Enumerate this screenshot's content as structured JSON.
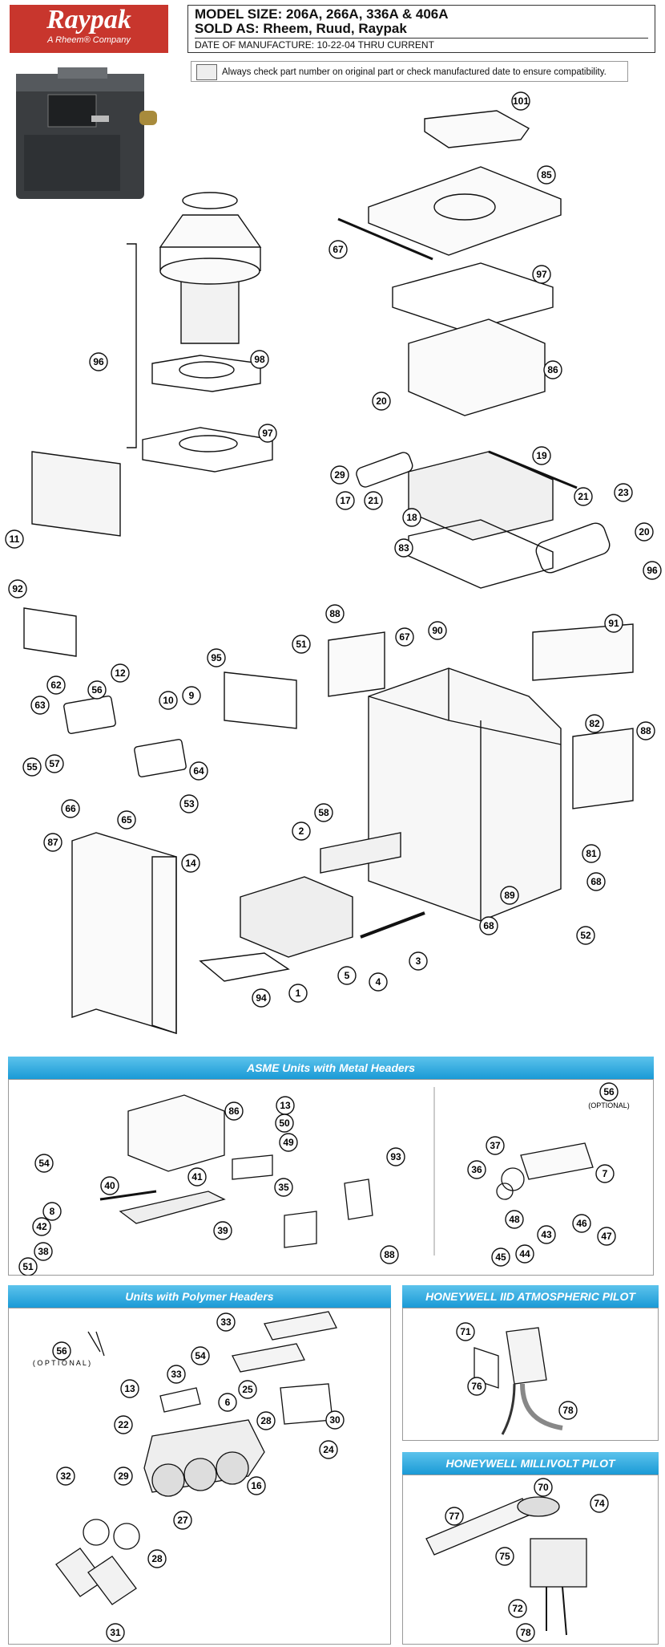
{
  "logo": {
    "brand": "Raypak",
    "tagline": "A Rheem® Company"
  },
  "header": {
    "model_line": "MODEL SIZE:   206A, 266A, 336A & 406A",
    "sold_line": "SOLD AS: Rheem, Ruud, Raypak",
    "date_line": "DATE OF MANUFACTURE:   10-22-04 THRU CURRENT"
  },
  "notice": "Always check part number on original part or check manufactured date to ensure compatibility.",
  "sections": {
    "asme": "ASME Units with Metal Headers",
    "polymer": "Units with Polymer Headers",
    "iid_pilot": "HONEYWELL IID ATMOSPHERIC PILOT",
    "millivolt": "HONEYWELL MILLIVOLT PILOT"
  },
  "optional_label": "(OPTIONAL)",
  "optional_label_spaced": "( O P T I O N A L )",
  "main_callouts": [
    "101",
    "85",
    "67",
    "97",
    "86",
    "96",
    "98",
    "97",
    "20",
    "19",
    "29",
    "17",
    "21",
    "18",
    "21",
    "23",
    "20",
    "83",
    "96",
    "11",
    "92",
    "88",
    "51",
    "67",
    "90",
    "91",
    "95",
    "12",
    "56",
    "62",
    "10",
    "9",
    "63",
    "57",
    "55",
    "64",
    "82",
    "88",
    "66",
    "53",
    "65",
    "58",
    "81",
    "87",
    "2",
    "68",
    "14",
    "89",
    "68",
    "52",
    "3",
    "5",
    "4",
    "1",
    "94"
  ],
  "asme_callouts": [
    "86",
    "13",
    "50",
    "49",
    "54",
    "93",
    "41",
    "40",
    "35",
    "8",
    "42",
    "39",
    "88",
    "38",
    "51",
    "56",
    "37",
    "36",
    "7",
    "48",
    "46",
    "43",
    "47",
    "45",
    "44"
  ],
  "polymer_callouts": [
    "33",
    "56",
    "54",
    "33",
    "13",
    "6",
    "25",
    "22",
    "30",
    "28",
    "24",
    "32",
    "29",
    "16",
    "27",
    "28",
    "31"
  ],
  "iid_callouts": [
    "71",
    "76",
    "78"
  ],
  "millivolt_callouts": [
    "70",
    "74",
    "77",
    "75",
    "72",
    "78"
  ]
}
